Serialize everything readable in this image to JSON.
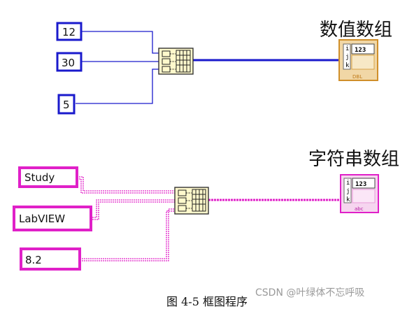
{
  "numeric": {
    "title": "数值数组",
    "constants": [
      "12",
      "30",
      "5"
    ],
    "indicator_type": "DBL",
    "indicator_digits": "123",
    "index_labels": [
      "i",
      "j",
      "k"
    ],
    "wire_color": "#1a1acc",
    "terminal_color": "#e3a33a"
  },
  "string": {
    "title": "字符串数组",
    "constants": [
      "Study",
      "LabVIEW",
      "8.2"
    ],
    "indicator_type": "abc",
    "indicator_digits": "123",
    "index_labels": [
      "i",
      "j",
      "k"
    ],
    "wire_color": "#e020c8",
    "terminal_color": "#e020c8"
  },
  "caption": "图 4-5  框图程序",
  "watermark": "CSDN @叶绿体不忘呼吸"
}
